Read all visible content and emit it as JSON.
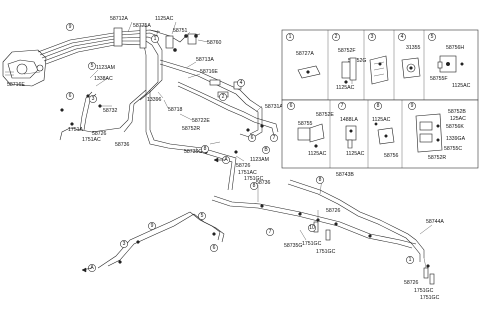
{
  "callout_circles": [
    "1",
    "2",
    "3",
    "4",
    "5",
    "6",
    "7",
    "8",
    "9",
    "10",
    "A",
    "B"
  ],
  "main_labels": {
    "p58712A": "58712A",
    "p58775A": "58775A",
    "p1125AC_top": "1125AC",
    "p58751": "58751",
    "p58760": "58760",
    "p58716E_left": "58716E",
    "p1123AM_left": "1123AM",
    "p1338AC": "1338AC",
    "p58732": "58732",
    "p1751A": "1751A",
    "p58726_left": "58726",
    "p1751AC_left": "1751AC",
    "p58713A": "58713A",
    "p58716E_mid": "58716E",
    "p13396": "13396",
    "p58718": "58718",
    "p58722E": "58722E",
    "p58752R": "58752R",
    "p58736_mid": "58736",
    "p58735G": "58735G",
    "p58731A": "58731A",
    "p58726_mid": "58726",
    "p1751AC_mid": "1751AC",
    "p1751GC_mid": "1751GC",
    "p1123AM_mid": "1123AM"
  },
  "lower_labels": {
    "p58736": "58736",
    "p58743B": "58743B",
    "p58726": "58726",
    "p58735G": "58735G",
    "p1751GC_a": "1751GC",
    "p1751GC_b": "1751GC",
    "p58744A": "58744A",
    "p58726_r": "58726",
    "p1751GC_r": "1751GC",
    "p1751GC_r2": "1751GC"
  },
  "detail_boxes": {
    "box1": {
      "num": "1",
      "part": "58727A"
    },
    "box2": {
      "num": "2",
      "parts": [
        "58752F",
        "1125AC",
        "58752G"
      ]
    },
    "box3": {
      "num": "3",
      "parts": []
    },
    "box4": {
      "num": "4",
      "parts": [
        "31355"
      ]
    },
    "box5": {
      "num": "5",
      "parts": [
        "58756H",
        "58755F",
        "1125AC"
      ]
    },
    "box6": {
      "num": "6",
      "parts": [
        "58752E",
        "58755",
        "1125AC"
      ]
    },
    "box7": {
      "num": "7",
      "parts": [
        "1488LA",
        "1125AC"
      ]
    },
    "box8": {
      "num": "8",
      "parts": [
        "1125AC",
        "58756"
      ]
    },
    "box9": {
      "num": "9",
      "parts": [
        "58752B",
        "125AC",
        "58756K",
        "1339GA",
        "58755C",
        "58752R"
      ]
    }
  }
}
